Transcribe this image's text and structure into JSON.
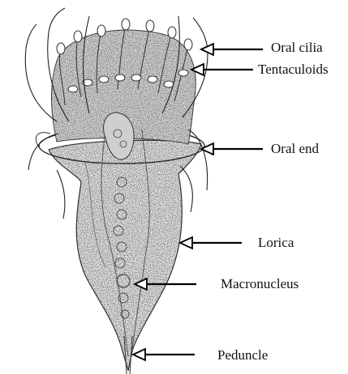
{
  "labels": {
    "oral_cilia": "Oral cilia",
    "tentaculoids": "Tentaculoids",
    "oral_end": "Oral end",
    "lorica": "Lorica",
    "macronucleus": "Macronucleus",
    "peduncle": "Peduncle"
  },
  "colors": {
    "ink": "#111111",
    "stipple": "#8a8a8a",
    "body_fill": "#dcdcdc",
    "background": "#ffffff"
  }
}
